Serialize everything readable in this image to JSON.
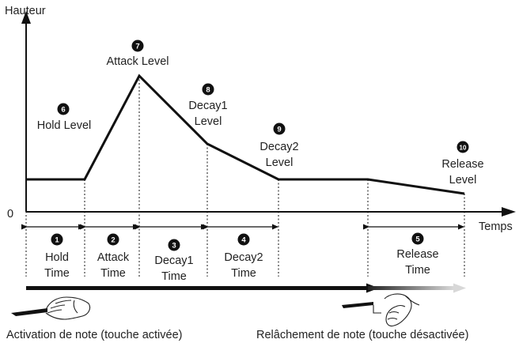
{
  "axes": {
    "y_label": "Hauteur",
    "x_label": "Temps",
    "origin_label": "0"
  },
  "levels": [
    {
      "num": "6",
      "lines": [
        "Hold Level"
      ]
    },
    {
      "num": "7",
      "lines": [
        "Attack Level"
      ]
    },
    {
      "num": "8",
      "lines": [
        "Decay1",
        "Level"
      ]
    },
    {
      "num": "9",
      "lines": [
        "Decay2",
        "Level"
      ]
    },
    {
      "num": "10",
      "lines": [
        "Release",
        "Level"
      ]
    }
  ],
  "times": [
    {
      "num": "1",
      "lines": [
        "Hold",
        "Time"
      ]
    },
    {
      "num": "2",
      "lines": [
        "Attack",
        "Time"
      ]
    },
    {
      "num": "3",
      "lines": [
        "Decay1",
        "Time"
      ]
    },
    {
      "num": "4",
      "lines": [
        "Decay2",
        "Time"
      ]
    },
    {
      "num": "5",
      "lines": [
        "Release",
        "Time"
      ]
    }
  ],
  "captions": {
    "note_on": "Activation de note (touche activée)",
    "note_off": "Relâchement de note (touche désactivée)"
  },
  "colors": {
    "line": "#111111",
    "release_fade": "#d0d0d0"
  }
}
